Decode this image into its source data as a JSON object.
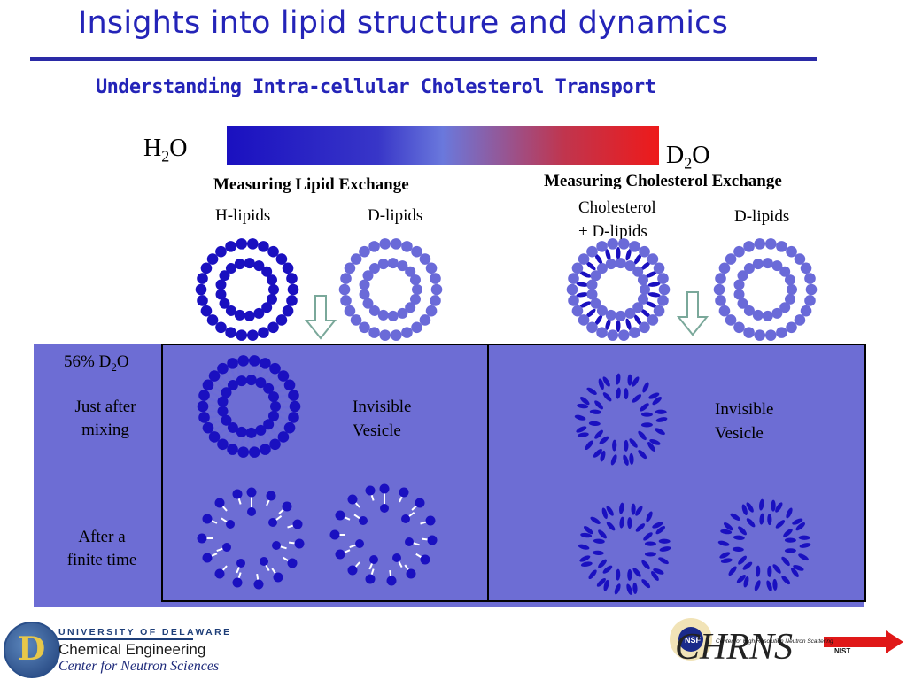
{
  "slide": {
    "title": "Insights into lipid structure and dynamics",
    "subtitle": "Understanding Intra-cellular Cholesterol Transport"
  },
  "solvents": {
    "left_label": "H",
    "left_sub": "2",
    "left_suffix": "O",
    "right_label": "D",
    "right_sub": "2",
    "right_suffix": "O",
    "gradient_colors": [
      "#1a10c0",
      "#6a78dc",
      "#ee1a1a"
    ]
  },
  "left_experiment": {
    "heading": "Measuring Lipid Exchange",
    "label_a": "H-lipids",
    "label_b": "D-lipids",
    "invisible_line1": "Invisible",
    "invisible_line2": "Vesicle"
  },
  "right_experiment": {
    "heading": "Measuring Cholesterol Exchange",
    "label_a_line1": "Cholesterol",
    "label_a_line2": "+ D-lipids",
    "label_b": "D-lipids",
    "invisible_line1": "Invisible",
    "invisible_line2": "Vesicle"
  },
  "conditions": {
    "solvent_pct": "56% D",
    "solvent_sub": "2",
    "solvent_suffix": "O",
    "stage1_line1": "Just after",
    "stage1_line2": "mixing",
    "stage2_line1": "After a",
    "stage2_line2": "finite time"
  },
  "footer": {
    "university": "UNIVERSITY OF DELAWARE",
    "dept": "Chemical Engineering",
    "center": "Center for Neutron Sciences",
    "chrns_logo_text": "CHRNS",
    "chrns_caption": "Center for High Resolution Neutron Scattering",
    "nist": "NIST",
    "nsf": "NSF"
  },
  "colors": {
    "title_blue": "#2424b8",
    "dark_lipid": "#1a10c0",
    "light_lipid": "#6a6ad8",
    "panel": "#6d6dd4",
    "arrow": "#7aa89a"
  }
}
